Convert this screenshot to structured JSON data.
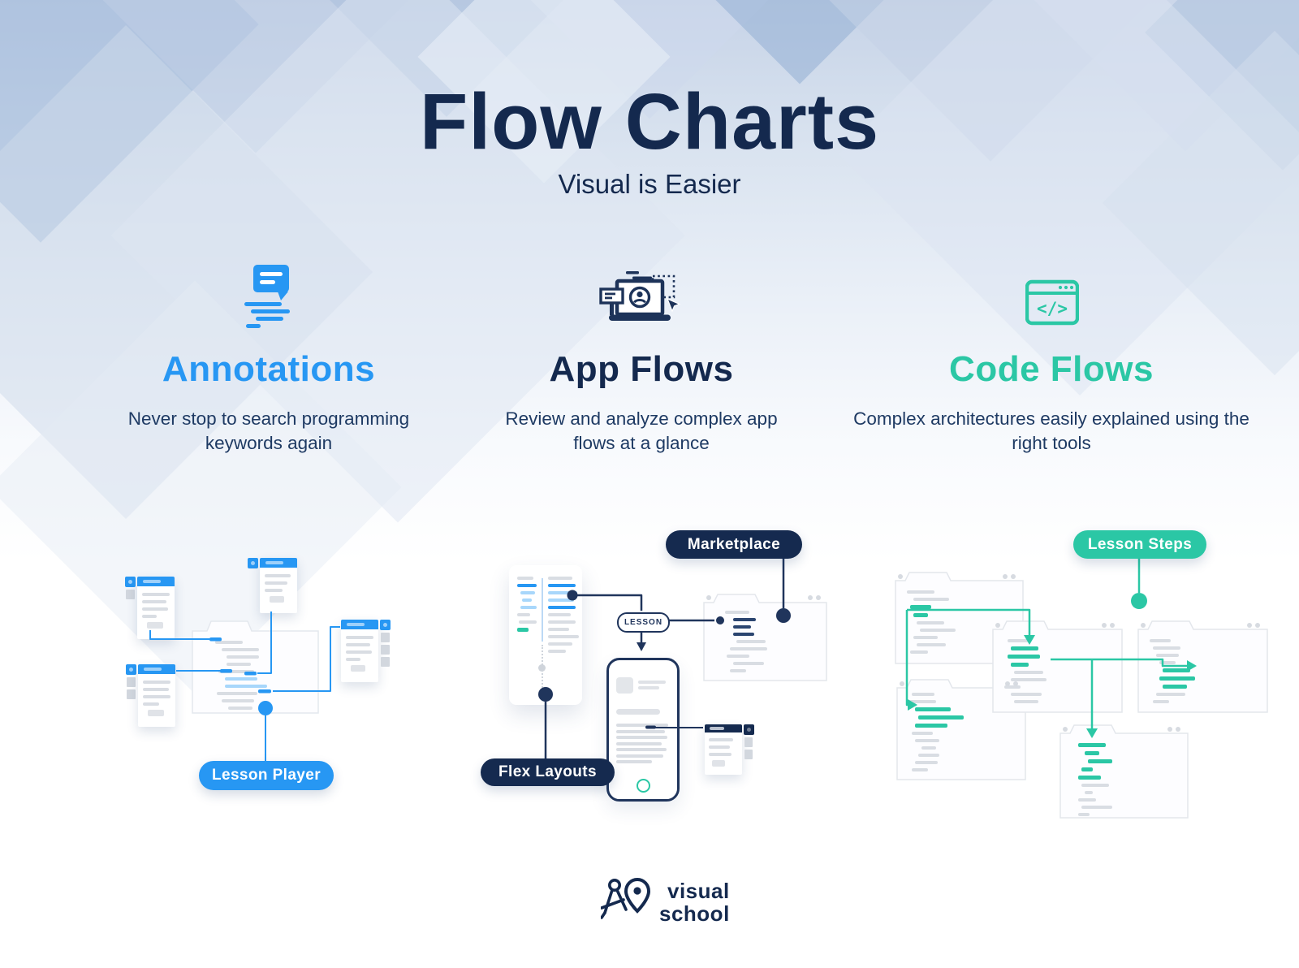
{
  "header": {
    "title": "Flow Charts",
    "subtitle": "Visual is Easier"
  },
  "columns": [
    {
      "icon": "annotation-comment-icon",
      "title": "Annotations",
      "description": "Never stop to search programming keywords again",
      "accent": "#2797F3"
    },
    {
      "icon": "laptop-user-flow-icon",
      "title": "App Flows",
      "description": "Review and analyze complex app flows at a glance",
      "accent": "#14294E"
    },
    {
      "icon": "code-window-icon",
      "title": "Code Flows",
      "description": "Complex architectures easily explained using the right tools",
      "accent": "#2BC7A5"
    }
  ],
  "diagram_labels": {
    "lesson_player": "Lesson Player",
    "marketplace": "Marketplace",
    "lesson": "LESSON",
    "flex_layouts": "Flex Layouts",
    "lesson_steps": "Lesson Steps"
  },
  "icons": {
    "code_glyph": "</>"
  },
  "footer": {
    "logo_icon": "compass-pin-logo-icon",
    "brand_line1": "visual",
    "brand_line2": "school"
  },
  "colors": {
    "navy": "#14294E",
    "blue": "#2797F3",
    "teal": "#2BC7A5",
    "light_blue": "#A8D7FB"
  }
}
